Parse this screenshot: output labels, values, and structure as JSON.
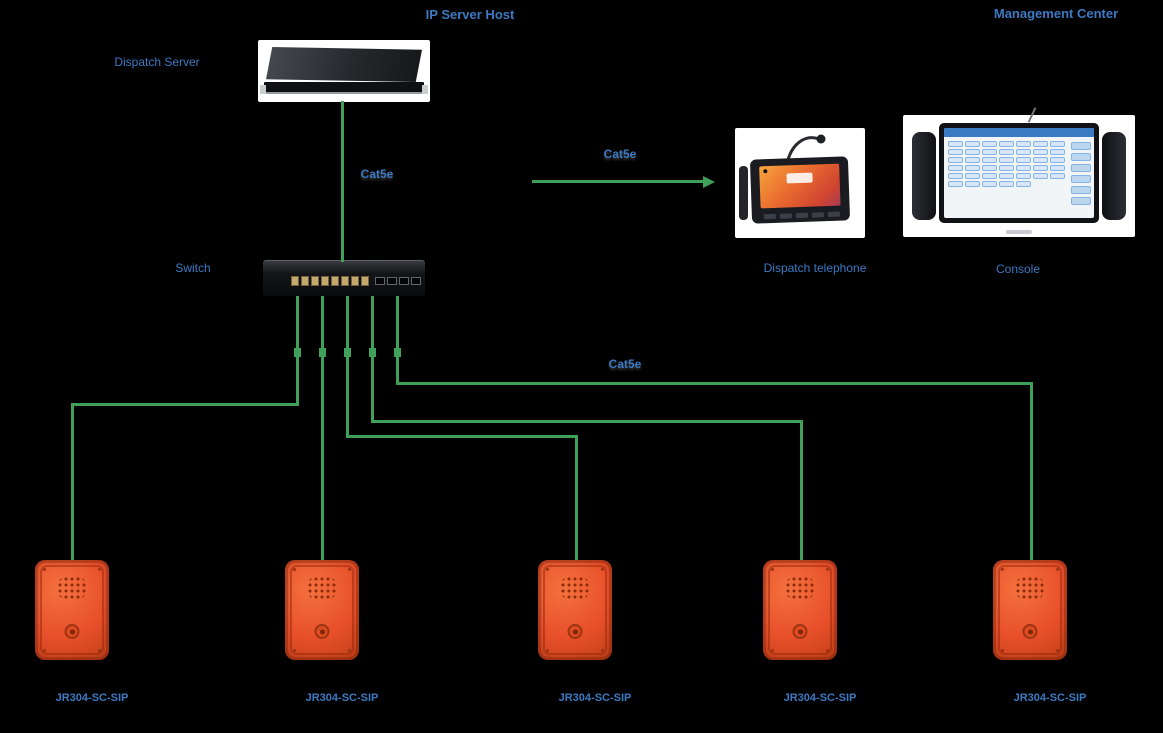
{
  "colors": {
    "background": "#000000",
    "label_blue": "#3c79c2",
    "line_green": "#3fa05a",
    "intercom_orange": "#e8502a",
    "card_white": "#ffffff"
  },
  "titles": {
    "server_area": "IP Server Host",
    "management_center": "Management Center"
  },
  "labels": {
    "server": "Dispatch Server",
    "switch": "Switch",
    "dispatch_phone": "Dispatch telephone",
    "console": "Console",
    "cable_server_switch": "Cat5e",
    "cable_to_phones": "Cat5e",
    "cable_to_intercoms": "Cat5e"
  },
  "intercoms": [
    {
      "label": "JR304-SC-SIP"
    },
    {
      "label": "JR304-SC-SIP"
    },
    {
      "label": "JR304-SC-SIP"
    },
    {
      "label": "JR304-SC-SIP"
    },
    {
      "label": "JR304-SC-SIP"
    }
  ]
}
